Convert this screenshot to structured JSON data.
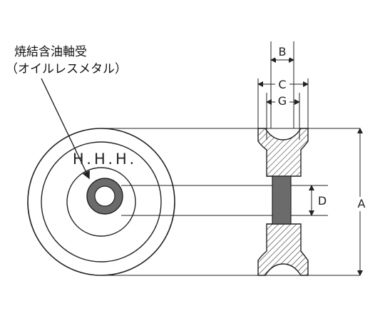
{
  "callout": {
    "line1": "焼結含油軸受",
    "line2": "（オイルレスメタル）"
  },
  "logo_text": "H.H.H.",
  "dimensions": {
    "A": "A",
    "B": "B",
    "C": "C",
    "D": "D",
    "G": "G"
  },
  "colors": {
    "line": "#222222",
    "bearing": "#6b6b6b",
    "hatch": "#333333",
    "background": "#ffffff"
  }
}
